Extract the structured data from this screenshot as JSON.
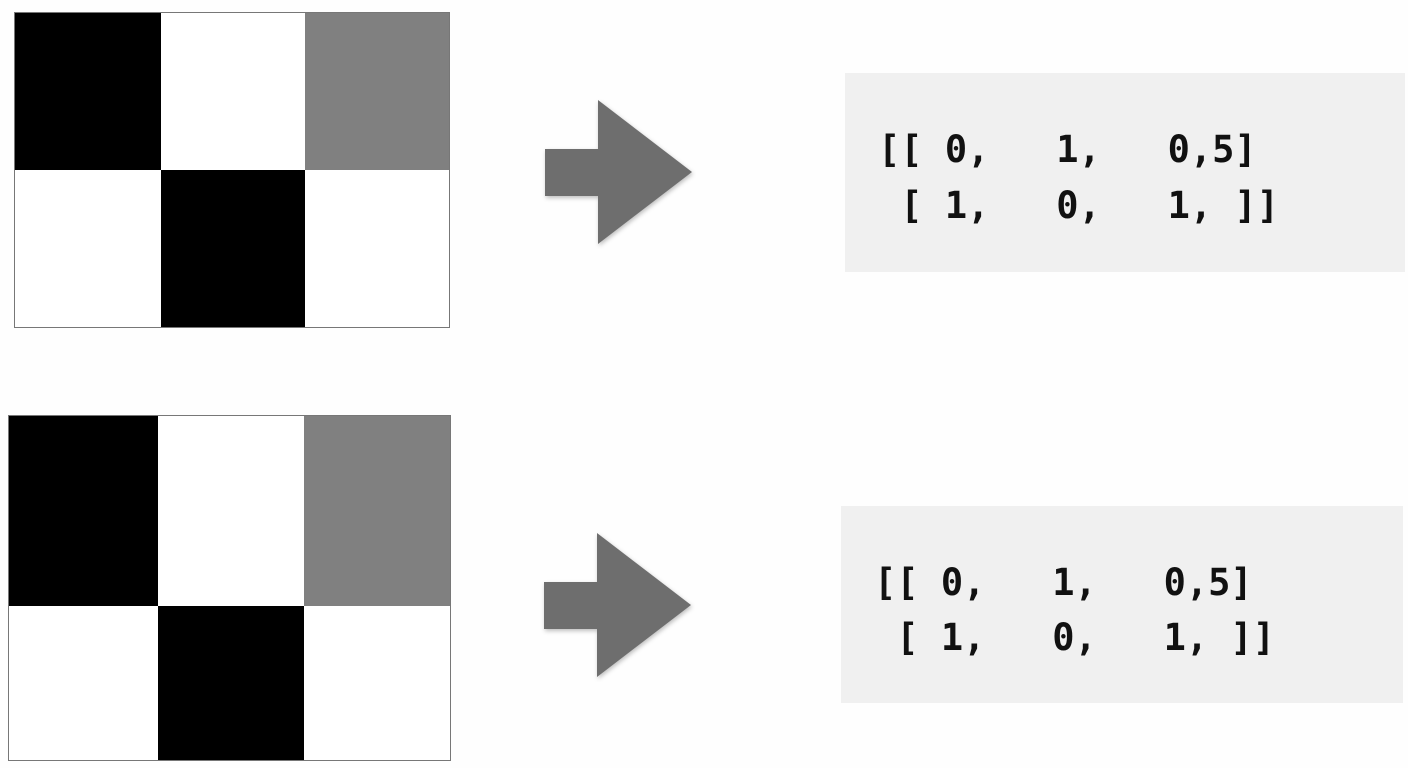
{
  "colors": {
    "black": "#000000",
    "white": "#ffffff",
    "gray": "#808080",
    "arrow": "#6e6e6e",
    "matrix_bg": "#f0f0f0"
  },
  "icons": {
    "arrow": "right-arrow-icon"
  },
  "examples": [
    {
      "grid": [
        [
          "black",
          "white",
          "gray"
        ],
        [
          "white",
          "black",
          "white"
        ]
      ],
      "matrix": {
        "line_1": "[[ 0,   1,   0,5]",
        "line_2": " [ 1,   0,   1, ]]"
      }
    },
    {
      "grid": [
        [
          "black",
          "white",
          "gray"
        ],
        [
          "white",
          "black",
          "white"
        ]
      ],
      "matrix": {
        "line_1": "[[ 0,   1,   0,5]",
        "line_2": " [ 1,   0,   1, ]]"
      }
    }
  ]
}
